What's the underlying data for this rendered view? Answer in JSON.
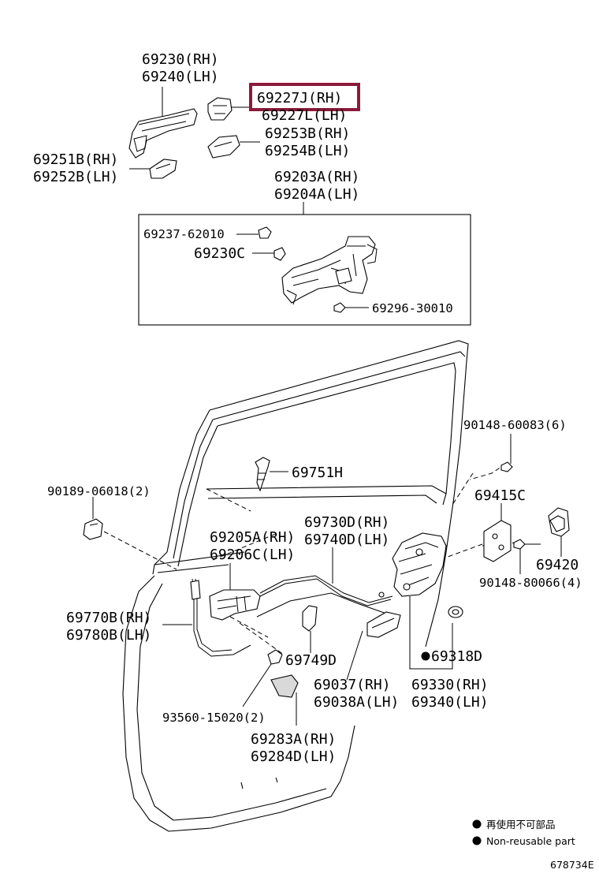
{
  "labels": {
    "handle_rh": "69230(RH)",
    "handle_lh": "69240(LH)",
    "cover_rh": "69227J(RH)",
    "cover_lh": "69227L(LH)",
    "bezel_rh": "69253B(RH)",
    "bezel_lh": "69254B(LH)",
    "pad_rh": "69251B(RH)",
    "pad_lh": "69252B(LH)",
    "frame_rh": "69203A(RH)",
    "frame_lh": "69204A(LH)",
    "clip": "69237-62010",
    "nut": "69230C",
    "screw": "69296-30010",
    "bolt6": "90148-60083(6)",
    "button": "69751H",
    "nut2": "90189-06018(2)",
    "plate": "69415C",
    "striker": "69420",
    "bolt4": "90148-80066(4)",
    "cable_rh": "69730D(RH)",
    "cable_lh": "69740D(LH)",
    "inner_rh": "69205A(RH)",
    "inner_lh": "69206C(LH)",
    "rod_rh": "69770B(RH)",
    "rod_lh": "69780B(LH)",
    "clip2": "69749D",
    "seal": "69318D",
    "guide_rh": "69037(RH)",
    "guide_lh": "69038A(LH)",
    "lock_rh": "69330(RH)",
    "lock_lh": "69340(LH)",
    "screw2": "93560-15020(2)",
    "cover2_rh": "69283A(RH)",
    "cover2_lh": "69284D(LH)"
  },
  "legend": {
    "item1": "再使用不可部品",
    "item2": "Non-reusable part"
  },
  "diagram_code": "678734E",
  "highlight_color": "#8b1a3a"
}
